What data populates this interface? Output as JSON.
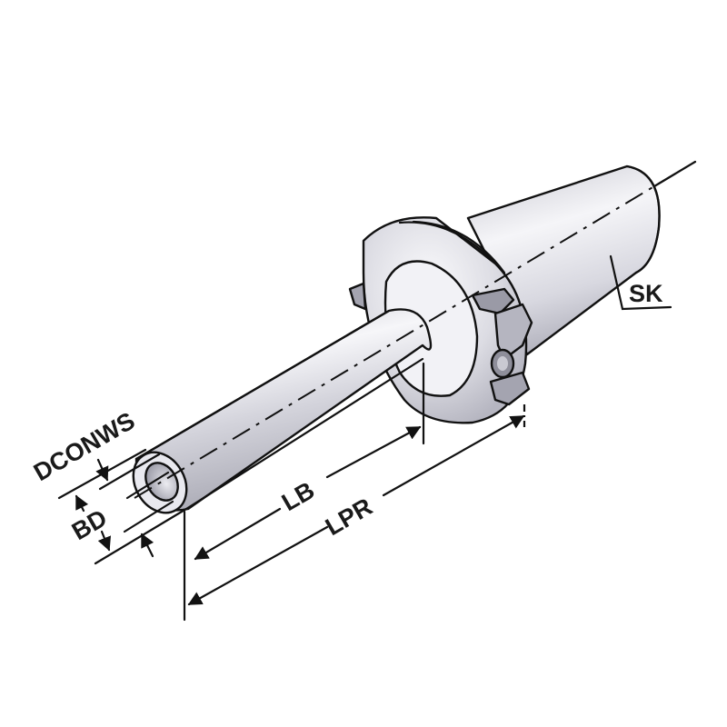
{
  "figure": {
    "subject": "tool holder with steep taper shank and extended cylindrical bore",
    "labels": {
      "dconws": "DCONWS",
      "bd": "BD",
      "lb": "LB",
      "lpr": "LPR",
      "sk": "SK"
    },
    "colors": {
      "background": "#ffffff",
      "line": "#111111",
      "metal_light": "#f4f4f7",
      "metal_mid": "#d6d6de",
      "metal_dark": "#a9a9b4"
    }
  }
}
